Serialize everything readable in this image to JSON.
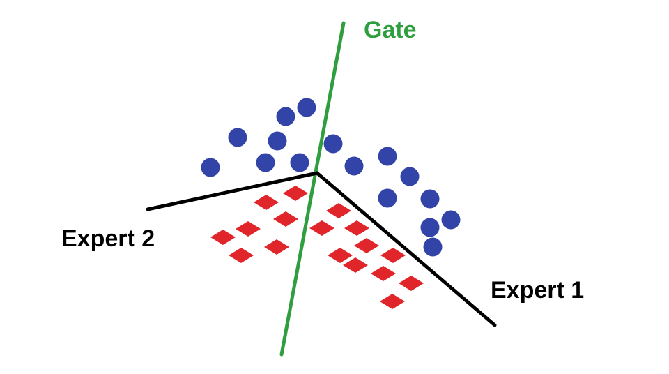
{
  "labels": {
    "gate": "Gate",
    "expert1": "Expert 1",
    "expert2": "Expert 2"
  },
  "colors": {
    "gate": "#2e9e3e",
    "expert": "#000000",
    "circle": "#3344a8",
    "diamond": "#e0262a"
  }
}
